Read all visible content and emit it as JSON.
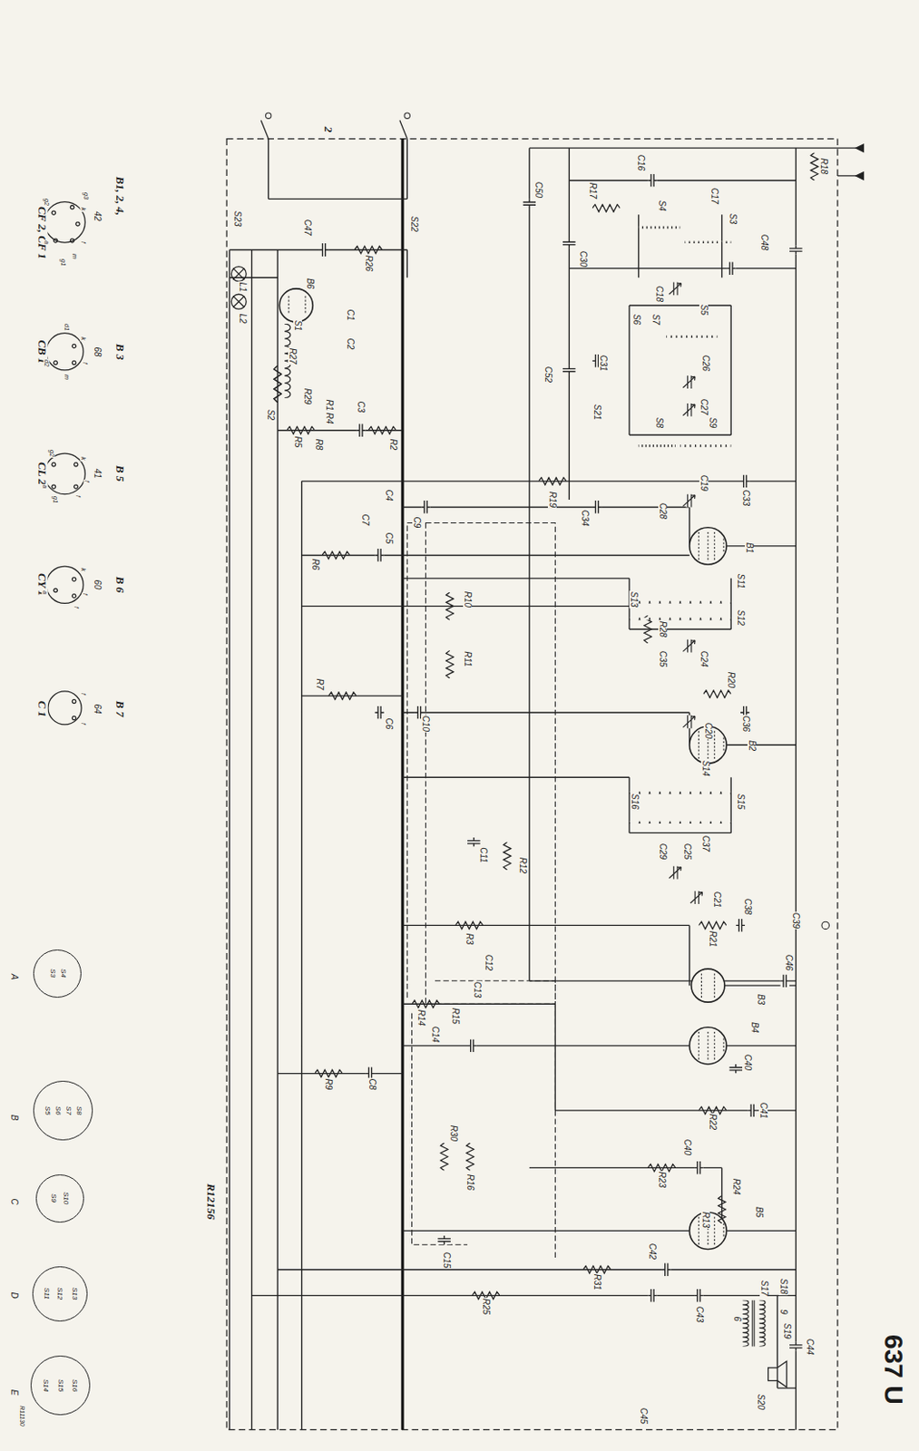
{
  "diagram": {
    "nodes": [
      {
        "text": [
          "S3",
          "S4"
        ]
      },
      {
        "text": [
          "S5",
          "S6",
          "S7",
          "S8"
        ]
      },
      {
        "text": [
          "S9",
          "S10"
        ]
      },
      {
        "text": [
          "S11",
          "S12",
          "S13"
        ]
      },
      {
        "text": [
          "S14",
          "S15",
          "S16"
        ]
      }
    ],
    "labels": [
      "B1, 2, 4,",
      "42",
      "CF 2, CF 1",
      "g3",
      "k",
      "f",
      "m",
      "g1",
      "a",
      "g2",
      "B 3",
      "68",
      "CB 1",
      "k",
      "d1",
      "f",
      "d2",
      "m",
      "B 5",
      "41",
      "CL 2",
      "k",
      "g2",
      "f",
      "f",
      "g1",
      "a",
      "B 6",
      "60",
      "CY 1",
      "k",
      "a",
      "f",
      "f",
      "B 7",
      "64",
      "C 1",
      "f",
      "f",
      "A",
      "B",
      "C",
      "D",
      "E",
      "R11130",
      "R12156",
      "637 U",
      "2",
      "S23",
      "C47",
      "S22",
      "C50",
      "R17",
      "C16",
      "C30",
      "S4",
      "C17",
      "S3",
      "C48",
      "R18",
      "C18",
      "S6",
      "S7",
      "S5",
      "C26",
      "C31",
      "C52",
      "S21",
      "C27",
      "S8",
      "S9",
      "R26",
      "B6",
      "L1",
      "L2",
      "S1",
      "C1",
      "C2",
      "R27",
      "R29",
      "S2",
      "R1",
      "C3",
      "R4",
      "R5",
      "R8",
      "R2",
      "C7",
      "C4",
      "C5",
      "R6",
      "C9",
      "R19",
      "C34",
      "C19",
      "C28",
      "C33",
      "B1",
      "S11",
      "S12",
      "S13",
      "R28",
      "C35",
      "C24",
      "R10",
      "R11",
      "C6",
      "R7",
      "C10",
      "C20",
      "R20",
      "C36",
      "B2",
      "S14",
      "S15",
      "S16",
      "C29",
      "C25",
      "C37",
      "C21",
      "C11",
      "R12",
      "R21",
      "C38",
      "C39",
      "R3",
      "C12",
      "B3",
      "C46",
      "R14",
      "R15",
      "C13",
      "C14",
      "B4",
      "C40",
      "R9",
      "C8",
      "R22",
      "C41",
      "R23",
      "R30",
      "R16",
      "C40",
      "R24",
      "R13",
      "B5",
      "C15",
      "R31",
      "R25",
      "C42",
      "C43",
      "S18",
      "S17",
      "9",
      "6",
      "S19",
      "C44",
      "S20",
      "C45"
    ]
  }
}
